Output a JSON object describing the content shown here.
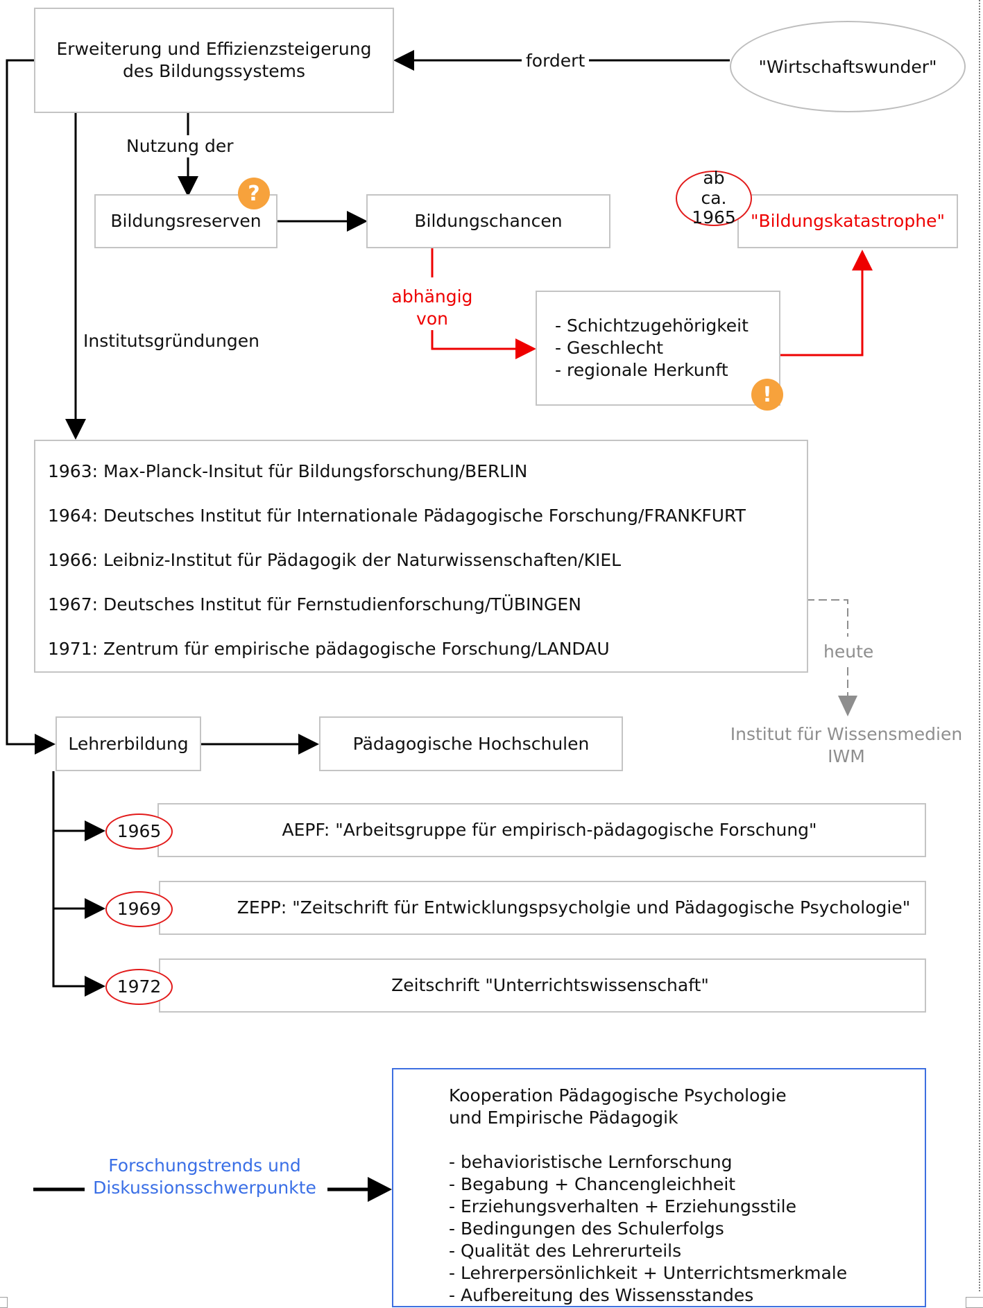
{
  "nodes": {
    "erweiterung": "Erweiterung und Effizienzsteigerung des Bildungssystems",
    "wirtschaftswunder": "\"Wirtschaftswunder\"",
    "bildungsreserven": "Bildungsreserven",
    "bildungschancen": "Bildungschancen",
    "bildungskatastrophe": "\"Bildungskatastrophe\"",
    "faktoren": [
      "- Schichtzugehörigkeit",
      "- Geschlecht",
      "- regionale Herkunft"
    ],
    "lehrerbildung": "Lehrerbildung",
    "hochschulen": "Pädagogische Hochschulen",
    "iwm": "Institut für Wissensmedien IWM"
  },
  "edges": {
    "fordert": "fordert",
    "nutzung": "Nutzung der",
    "institutsgruendungen": "Institutsgründungen",
    "abhaengig": "abhängig von",
    "heute": "heute"
  },
  "badges": {
    "question": "?",
    "exclamation": "!"
  },
  "dating": {
    "katastrophe_year": "ab ca. 1965"
  },
  "institutes": [
    "1963: Max-Planck-Insitut für Bildungsforschung/BERLIN",
    "1964: Deutsches Institut für Internationale Pädagogische Forschung/FRANKFURT",
    "1966: Leibniz-Institut für Pädagogik der Naturwissenschaften/KIEL",
    "1967: Deutsches Institut für Fernstudienforschung/TÜBINGEN",
    "1971: Zentrum für empirische pädagogische Forschung/LANDAU"
  ],
  "milestones": [
    {
      "year": "1965",
      "text": "AEPF: \"Arbeitsgruppe für empirisch-pädagogische Forschung\""
    },
    {
      "year": "1969",
      "text": "ZEPP: \"Zeitschrift für Entwicklungspsycholgie und Pädagogische Psychologie\""
    },
    {
      "year": "1972",
      "text": "Zeitschrift \"Unterrichtswissenschaft\""
    }
  ],
  "forschung": {
    "label": "Forschungstrends und Diskussionsschwerpunkte",
    "title": "Kooperation Pädagogische Psychologie\nund Empirische Pädagogik",
    "items": [
      "- behavioristische Lernforschung",
      "- Begabung + Chancengleichheit",
      "- Erziehungsverhalten + Erziehungsstile",
      "- Bedingungen des Schulerfolgs",
      "- Qualität des Lehrerurteils",
      "- Lehrerpersönlichkeit + Unterrichtsmerkmale",
      "- Aufbereitung des Wissensstandes"
    ]
  },
  "colors": {
    "line": "#000000",
    "box_border": "#c4c4c4",
    "red": "#ee0000",
    "grey": "#8e8e8e",
    "blue": "#3a6fe6",
    "badge": "#f7a23c"
  }
}
